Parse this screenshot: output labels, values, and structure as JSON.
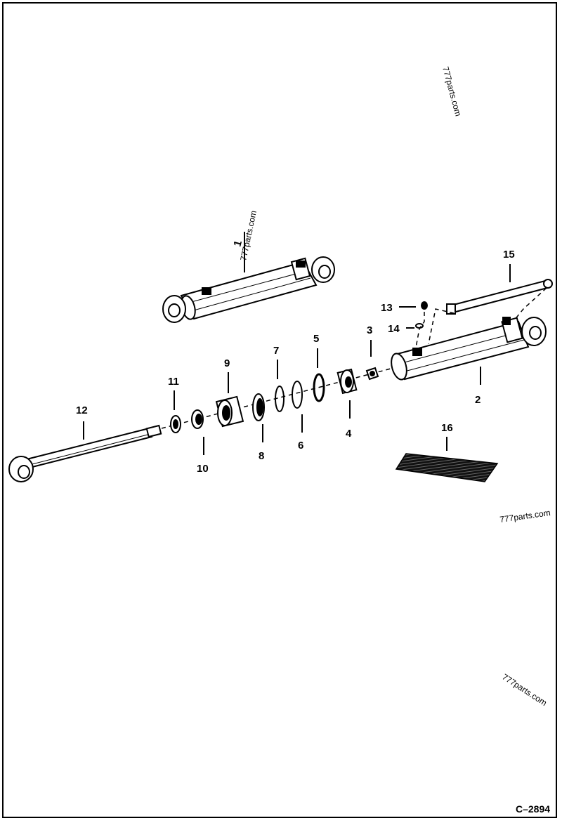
{
  "diagram": {
    "callouts": [
      {
        "id": "c1",
        "label": "1"
      },
      {
        "id": "c2",
        "label": "2"
      },
      {
        "id": "c3",
        "label": "3"
      },
      {
        "id": "c4",
        "label": "4"
      },
      {
        "id": "c5",
        "label": "5"
      },
      {
        "id": "c6",
        "label": "6"
      },
      {
        "id": "c7",
        "label": "7"
      },
      {
        "id": "c8",
        "label": "8"
      },
      {
        "id": "c9",
        "label": "9"
      },
      {
        "id": "c10",
        "label": "10"
      },
      {
        "id": "c11",
        "label": "11"
      },
      {
        "id": "c12",
        "label": "12"
      },
      {
        "id": "c13",
        "label": "13"
      },
      {
        "id": "c14",
        "label": "14"
      },
      {
        "id": "c15",
        "label": "15"
      },
      {
        "id": "c16",
        "label": "16"
      }
    ],
    "watermarks": [
      "777parts.com",
      "777parts.com",
      "777parts.com",
      "777parts.com"
    ],
    "drawing_code": "C–2894"
  }
}
